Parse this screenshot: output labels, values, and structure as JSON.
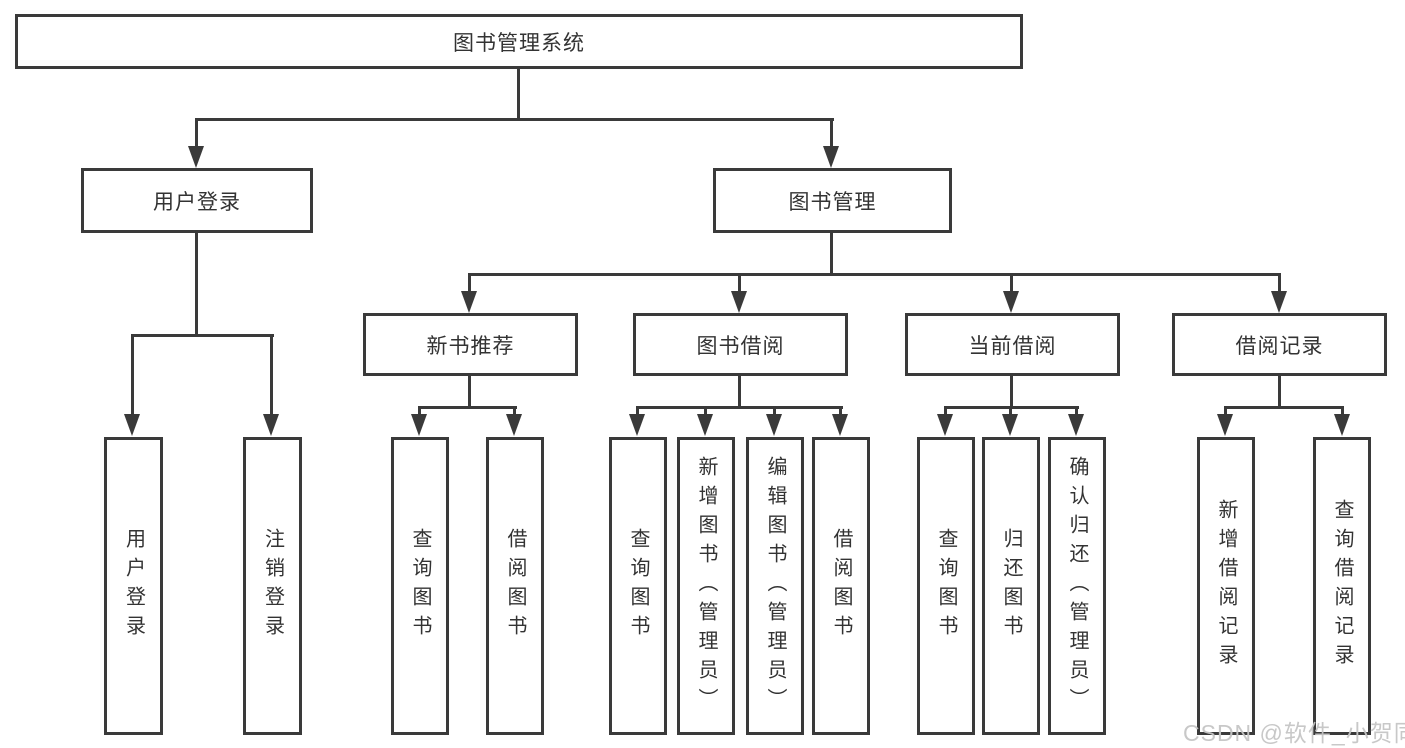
{
  "diagram": {
    "type": "tree-structure-chart",
    "colors": {
      "line": "#3a3a3a",
      "text": "#333333",
      "background": "#ffffff",
      "watermark": "#c5c5c5"
    },
    "nodes": {
      "root": {
        "label": "图书管理系统"
      },
      "user_login": {
        "label": "用户登录"
      },
      "book_mgmt": {
        "label": "图书管理"
      },
      "new_book_rec": {
        "label": "新书推荐"
      },
      "book_borrow": {
        "label": "图书借阅"
      },
      "current_borrow": {
        "label": "当前借阅"
      },
      "borrow_records": {
        "label": "借阅记录"
      },
      "leaf_user_login": {
        "label": "用户登录"
      },
      "leaf_logout": {
        "label": "注销登录"
      },
      "leaf_nbr_query": {
        "label": "查询图书"
      },
      "leaf_nbr_borrow": {
        "label": "借阅图书"
      },
      "leaf_bb_query": {
        "label": "查询图书"
      },
      "leaf_bb_add": {
        "label": "新增图书（管理员）"
      },
      "leaf_bb_edit": {
        "label": "编辑图书（管理员）"
      },
      "leaf_bb_borrow": {
        "label": "借阅图书"
      },
      "leaf_cb_query": {
        "label": "查询图书"
      },
      "leaf_cb_return": {
        "label": "归还图书"
      },
      "leaf_cb_confirm": {
        "label": "确认归还（管理员）"
      },
      "leaf_br_add": {
        "label": "新增借阅记录"
      },
      "leaf_br_query": {
        "label": "查询借阅记录"
      }
    },
    "watermark": "CSDN @软件_小贺同学"
  }
}
